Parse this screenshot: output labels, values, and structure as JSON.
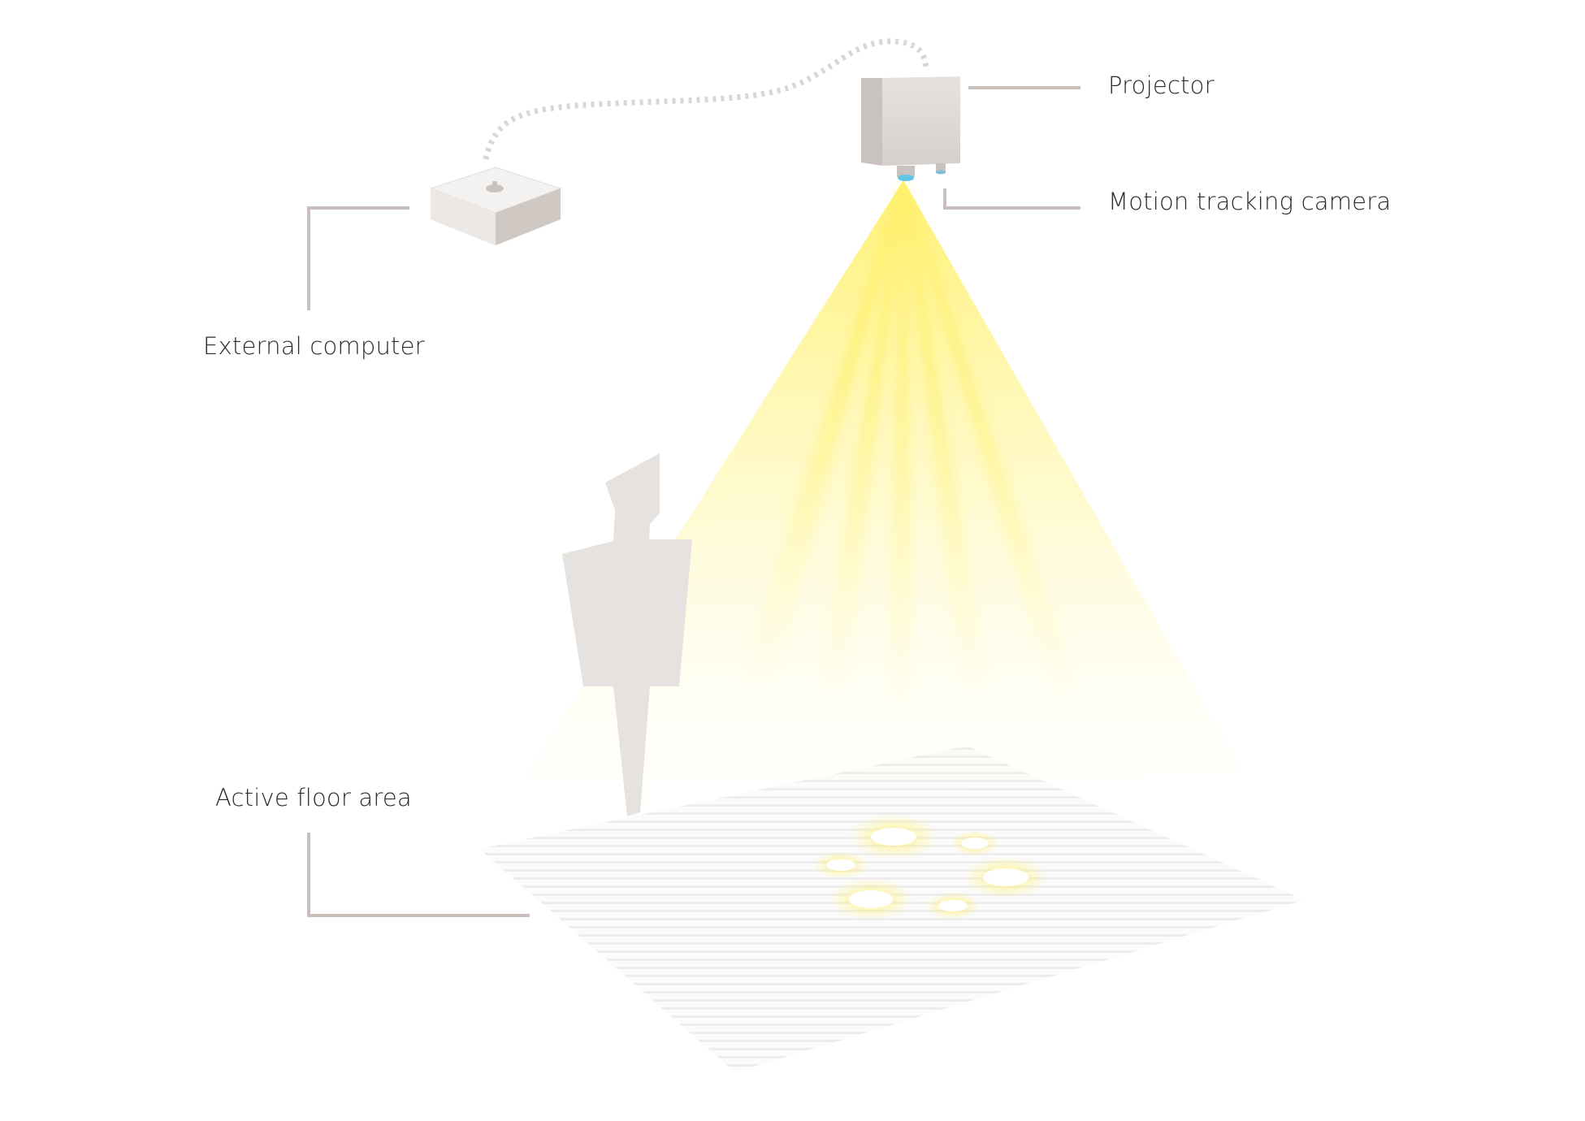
{
  "diagram": {
    "labels": {
      "projector": "Projector",
      "motion_camera": "Motion tracking camera",
      "external_computer": "External computer",
      "floor_area": "Active floor area"
    },
    "colors": {
      "background": "#ffffff",
      "device_light": "#e6e1de",
      "device_shadow": "#c9c2be",
      "leader_line": "#c8bfbb",
      "person_silhouette": "#e6e2df",
      "light_beam": "#fff27a",
      "lens_accent": "#5fc6e6",
      "floor_stripe": "#ececec"
    },
    "icons": [
      "projector-icon",
      "camera-icon",
      "computer-icon",
      "person-icon",
      "light-beam-icon",
      "floor-area-icon",
      "cable-icon"
    ]
  }
}
